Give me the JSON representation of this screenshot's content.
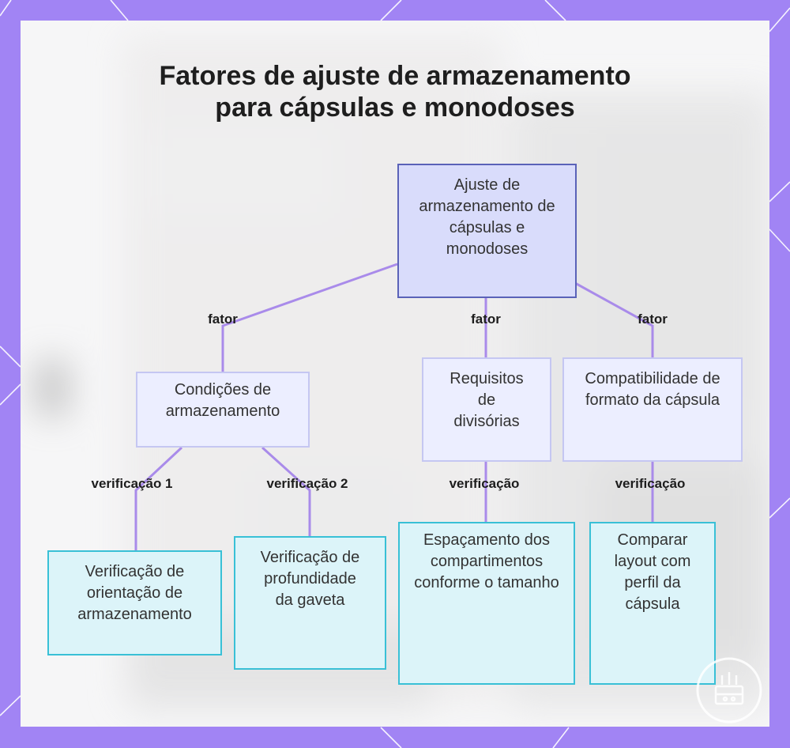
{
  "title": {
    "line1": "Fatores de ajuste de armazenamento",
    "line2": "para cápsulas e monodoses"
  },
  "root": {
    "label": "Ajuste de armazenamento de cápsulas e monodoses"
  },
  "factors": [
    {
      "label": "Condições de armazenamento",
      "edge": "fator"
    },
    {
      "label": "Requisitos de divisórias",
      "edge": "fator"
    },
    {
      "label": "Compatibilidade de formato da cápsula",
      "edge": "fator"
    }
  ],
  "checks": [
    {
      "label": "Verificação de orientação de armazenamento",
      "edge": "verificação 1"
    },
    {
      "label": "Verificação de profundidade da gaveta",
      "edge": "verificação 2"
    },
    {
      "label": "Espaçamento dos compartimentos conforme o tamanho",
      "edge": "verificação"
    },
    {
      "label": "Comparar layout com perfil da cápsula",
      "edge": "verificação"
    }
  ],
  "colors": {
    "frame": "#a184f4",
    "connector": "#a98bea",
    "root_fill": "#d9dcfb",
    "root_border": "#5a62b8",
    "factor_fill": "#eceeff",
    "check_fill": "#dcf4f9",
    "check_border": "#39c0d6"
  }
}
